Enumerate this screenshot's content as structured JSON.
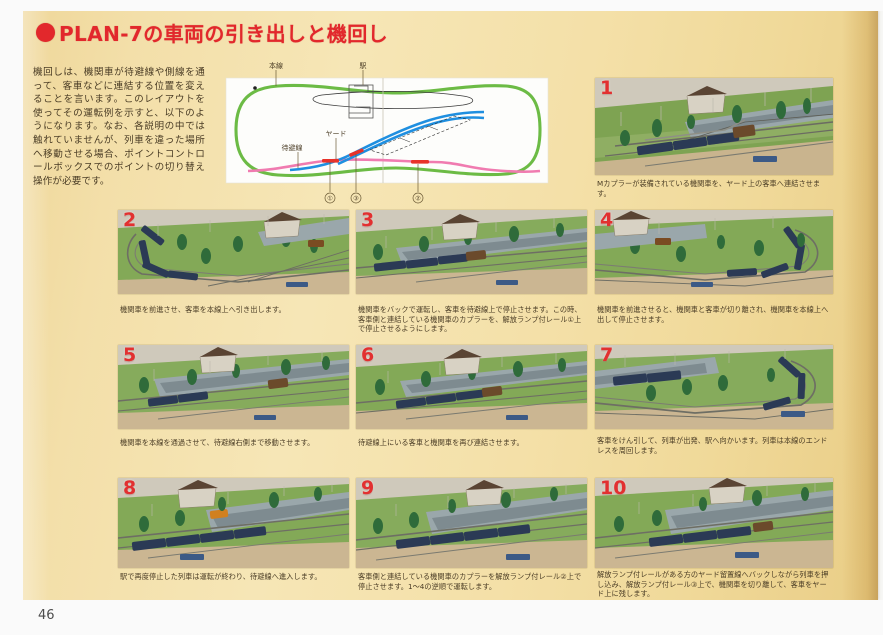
{
  "page": {
    "number": "46",
    "title": "PLAN-7の車両の引き出しと機回し",
    "bullet_color": "#e2282c",
    "paper_color": "#f3dfa9"
  },
  "intro": {
    "text": "機回しは、機関車が待避線や側線を通って、客車などに連結する位置を変えることを言います。このレイアウトを使ってその運転例を示すと、以下のようになります。なお、各説明の中では触れていませんが、列車を違った場所へ移動させる場合、ポイントコントロールボックスでのポイントの切り替え操作が必要です。"
  },
  "diagram": {
    "labels": {
      "main_line": "本線",
      "station": "駅",
      "yard": "ヤード",
      "siding": "待避線"
    },
    "point_markers": [
      "①",
      "③",
      "②"
    ],
    "colors": {
      "main_line": "#6cbb45",
      "siding": "#f07bb0",
      "yard": "#1f8fe0",
      "uncoupler": "#e8322a"
    }
  },
  "photos": [
    {
      "number": "1",
      "caption": "Mカプラーが装備されている機関車を、ヤード上の客車へ連結させます。"
    },
    {
      "number": "2",
      "caption": "機関車を前進させ、客車を本線上へ引き出します。"
    },
    {
      "number": "3",
      "caption": "機関車をバックで運転し、客車を待避線上で停止させます。この時、客車側と連結している機関車のカプラーを、解放ランプ付レール①上で停止させるようにします。"
    },
    {
      "number": "4",
      "caption": "機関車を前進させると、機関車と客車が切り離され、機関車を本線上へ出して停止させます。"
    },
    {
      "number": "5",
      "caption": "機関車を本線を通過させて、待避線右側まで移動させます。"
    },
    {
      "number": "6",
      "caption": "待避線上にいる客車と機関車を再び連結させます。"
    },
    {
      "number": "7",
      "caption": "客車をけん引して、列車が出発、駅へ向かいます。列車は本線のエンドレスを周回します。"
    },
    {
      "number": "8",
      "caption": "駅で再度停止した列車は運転が終わり、待避線へ進入します。"
    },
    {
      "number": "9",
      "caption": "客車側と連結している機関車のカプラーを解放ランプ付レール②上で停止させます。1～4の逆順で運転します。"
    },
    {
      "number": "10",
      "caption": "解放ランプ付レールがある方のヤード留置線へバックしながら列車を押し込み、解放ランプ付レール③上で、機関車を切り離して、客車をヤード上に残します。"
    }
  ]
}
